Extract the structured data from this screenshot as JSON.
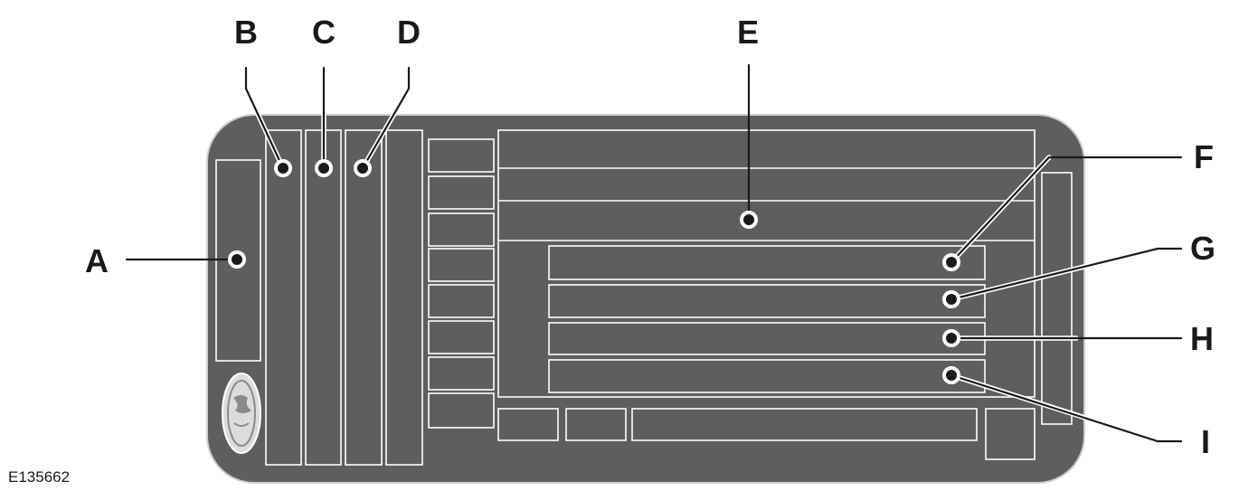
{
  "figure_code": "E135662",
  "callouts": {
    "A": "A",
    "B": "B",
    "C": "C",
    "D": "D",
    "E": "E",
    "F": "F",
    "G": "G",
    "H": "H",
    "I": "I"
  },
  "colors": {
    "plate": "#5e5e5e",
    "plate_border": "#cfcfcf",
    "field_outline": "#ffffff",
    "ink": "#1a1a1a"
  },
  "icons": {
    "logo": "oval-manufacturer-logo-icon"
  }
}
